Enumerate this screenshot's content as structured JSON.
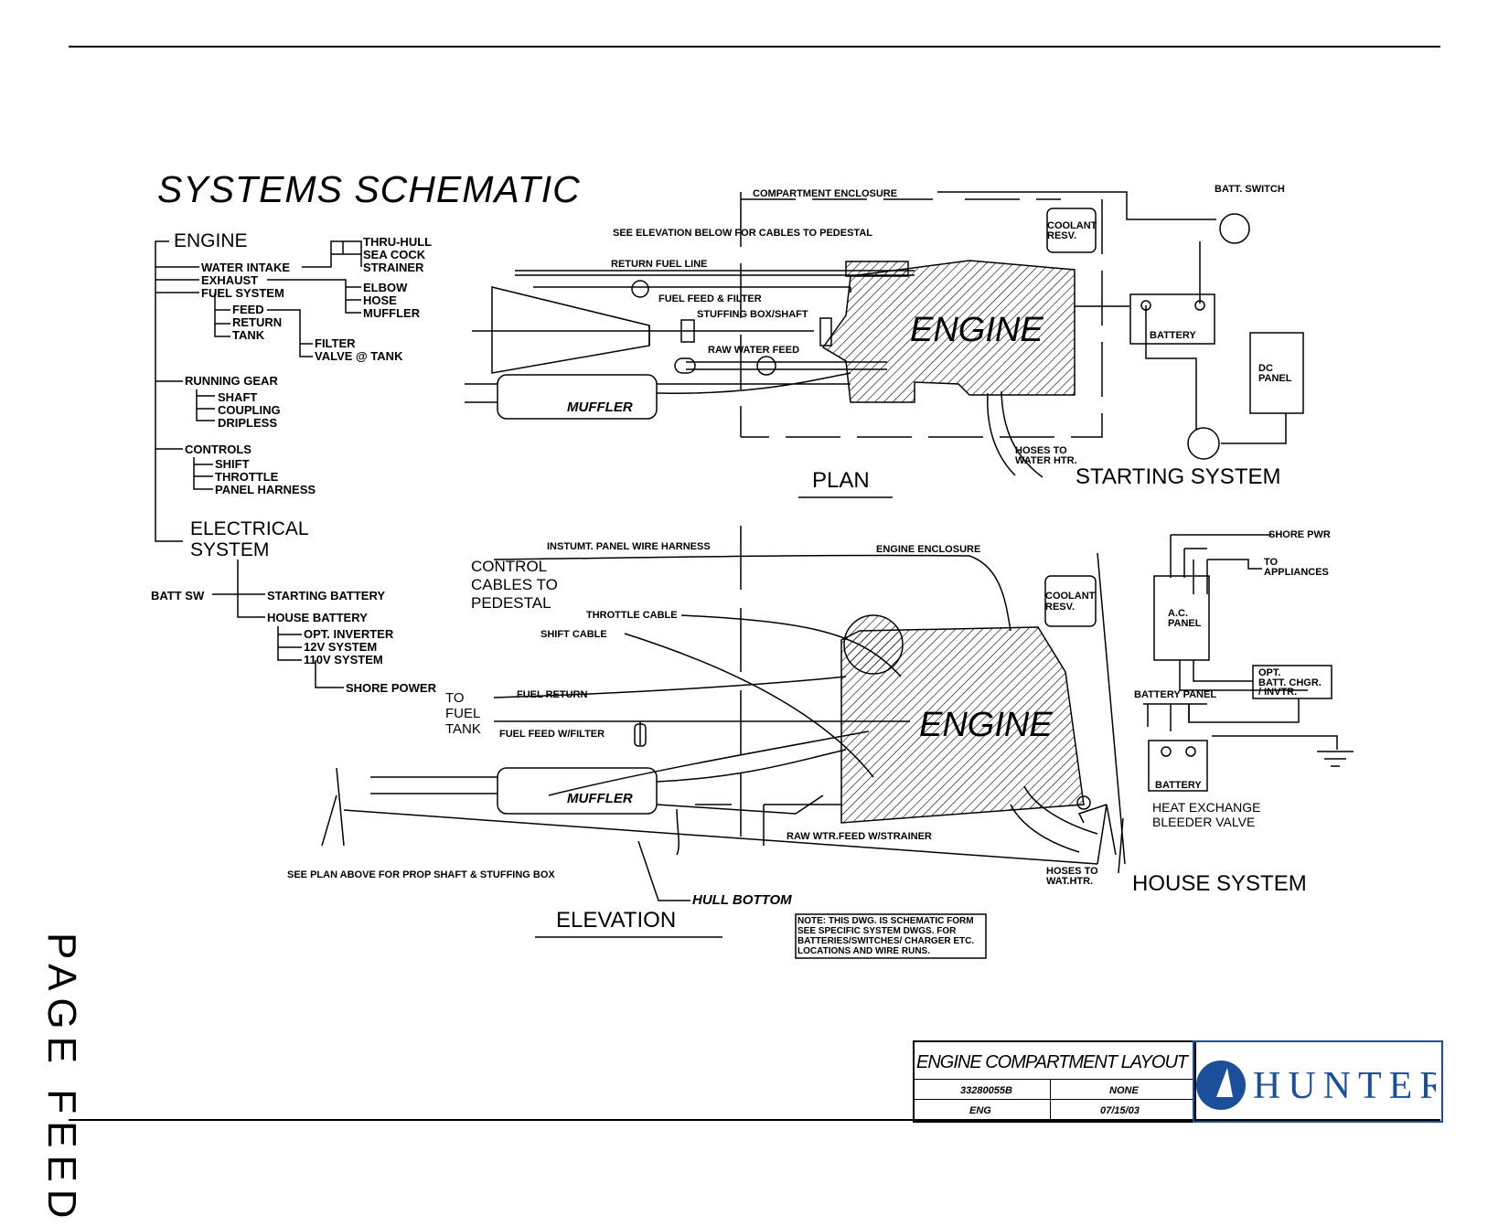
{
  "title": "SYSTEMS SCHEMATIC",
  "side_text": "PAGE FEED",
  "tree": {
    "engine": "ENGINE",
    "water_intake": "WATER INTAKE",
    "exhaust": "EXHAUST",
    "fuel_system": "FUEL SYSTEM",
    "feed": "FEED",
    "return": "RETURN",
    "tank": "TANK",
    "thru_hull": "THRU-HULL",
    "sea_cock": "SEA COCK",
    "strainer": "STRAINER",
    "elbow": "ELBOW",
    "hose": "HOSE",
    "muffler": "MUFFLER",
    "filter": "FILTER",
    "valve_tank": "VALVE @ TANK",
    "running_gear": "RUNNING GEAR",
    "shaft": "SHAFT",
    "coupling": "COUPLING",
    "dripless": "DRIPLESS",
    "controls": "CONTROLS",
    "shift": "SHIFT",
    "throttle": "THROTTLE",
    "panel_harness": "PANEL HARNESS",
    "electrical_1": "ELECTRICAL",
    "electrical_2": "SYSTEM",
    "batt_sw": "BATT SW",
    "starting_battery": "STARTING BATTERY",
    "house_battery": "HOUSE BATTERY",
    "opt_inverter": "OPT. INVERTER",
    "v12": "12V SYSTEM",
    "v110": "110V SYSTEM",
    "shore_power": "SHORE POWER"
  },
  "plan": {
    "compartment_enclosure": "COMPARTMENT ENCLOSURE",
    "see_elevation": "SEE ELEVATION BELOW FOR CABLES TO PEDESTAL",
    "return_fuel_line": "RETURN FUEL LINE",
    "fuel_feed_filter": "FUEL FEED & FILTER",
    "stuffing_box": "STUFFING BOX/SHAFT",
    "raw_water_feed": "RAW WATER FEED",
    "coolant_1": "COOLANT",
    "coolant_2": "RESV.",
    "engine": "ENGINE",
    "muffler": "MUFFLER",
    "hoses_1": "HOSES TO",
    "hoses_2": "WATER HTR.",
    "plan_label": "PLAN"
  },
  "starting": {
    "batt_switch": "BATT. SWITCH",
    "battery": "BATTERY",
    "dc_1": "DC",
    "dc_2": "PANEL",
    "label": "STARTING SYSTEM"
  },
  "elevation": {
    "instr_harness": "INSTUMT. PANEL WIRE HARNESS",
    "engine_enclosure": "ENGINE ENCLOSURE",
    "control_1": "CONTROL",
    "control_2": "CABLES TO",
    "control_3": "PEDESTAL",
    "throttle_cable": "THROTTLE CABLE",
    "shift_cable": "SHIFT CABLE",
    "to_1": "TO",
    "to_2": "FUEL",
    "to_3": "TANK",
    "fuel_return": "FUEL RETURN",
    "fuel_feed_filter": "FUEL FEED W/FILTER",
    "coolant_1": "COOLANT",
    "coolant_2": "RESV.",
    "engine": "ENGINE",
    "muffler": "MUFFLER",
    "raw_wtr": "RAW WTR.FEED W/STRAINER",
    "see_plan": "SEE PLAN ABOVE FOR PROP SHAFT & STUFFING BOX",
    "hull_bottom": "HULL BOTTOM",
    "hoses_1": "HOSES TO",
    "hoses_2": "WAT.HTR.",
    "heat_1": "HEAT EXCHANGE",
    "heat_2": "BLEEDER VALVE",
    "elevation_label": "ELEVATION"
  },
  "house": {
    "shore_pwr": "SHORE PWR",
    "to_1": "TO",
    "to_2": "APPLIANCES",
    "ac_1": "A.C.",
    "ac_2": "PANEL",
    "opt_1": "OPT.",
    "opt_2": "BATT. CHGR.",
    "opt_3": "/ INVTR.",
    "battery_panel": "BATTERY PANEL",
    "battery": "BATTERY",
    "label": "HOUSE SYSTEM"
  },
  "note": {
    "l1": "NOTE: THIS DWG. IS SCHEMATIC FORM",
    "l2": "SEE SPECIFIC SYSTEM DWGS. FOR",
    "l3": "BATTERIES/SWITCHES/ CHARGER ETC.",
    "l4": "LOCATIONS AND WIRE RUNS."
  },
  "titleblock": {
    "name": "ENGINE COMPARTMENT LAYOUT",
    "number": "33280055B",
    "scale": "NONE",
    "drawn": "ENG",
    "date": "07/15/03",
    "logo_text": "HUNTER"
  },
  "colors": {
    "logo_blue": "#1b4f9c",
    "line": "#000000"
  }
}
